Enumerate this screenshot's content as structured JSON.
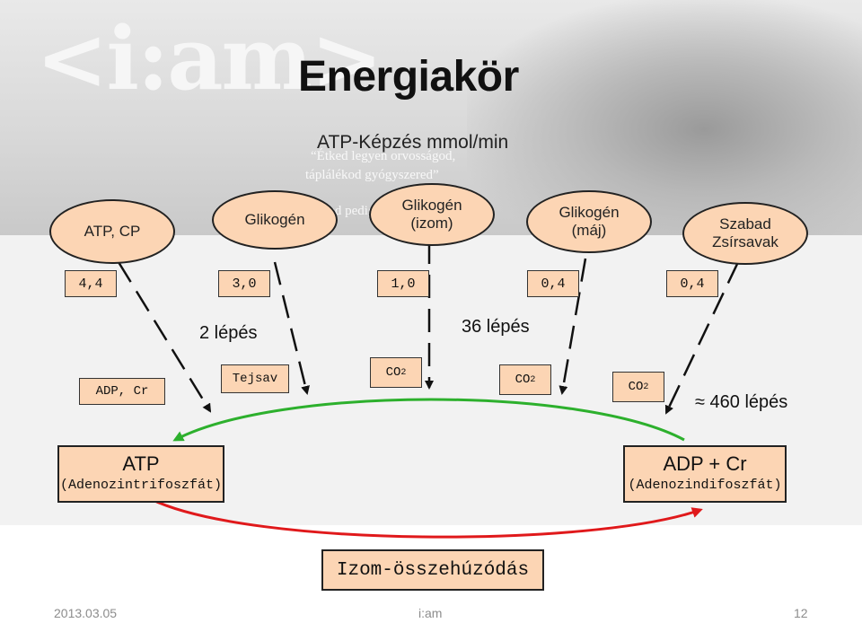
{
  "logo": "<i:am>",
  "quote": [
    "“Étked legyen orvosságod,",
    "táplálékod gyógyszered”",
    "ted pedig"
  ],
  "title": "Energiakör",
  "subtitle": "ATP-Képzés mmol/min",
  "sources": [
    "ATP, CP",
    "Glikogén",
    "Glikogén\n(izom)",
    "Glikogén\n(máj)",
    "Szabad\nZsírsavak"
  ],
  "rates": [
    "4,4",
    "3,0",
    "1,0",
    "0,4",
    "0,4"
  ],
  "steps": {
    "two": "2 lépés",
    "thirtysix": "36 lépés",
    "approx_symbol": "≈",
    "fourhundredsixty": "460 lépés"
  },
  "products": {
    "adp_cr": "ADP, Cr",
    "tejsav": "Tejsav",
    "co2": "CO",
    "co2_sub": "2"
  },
  "atp": {
    "main": "ATP",
    "sub": "(Adenozintrifoszfát)"
  },
  "adp": {
    "main": "ADP + Cr",
    "sub": "(Adenozindifoszfát)"
  },
  "contraction": "Izom-összehúzódás",
  "colors": {
    "box_fill": "#fcd5b4",
    "arc_green": "#2db02d",
    "arc_red": "#e0191b"
  },
  "footer": {
    "date": "2013.03.05",
    "center": "i:am",
    "page": "12"
  }
}
